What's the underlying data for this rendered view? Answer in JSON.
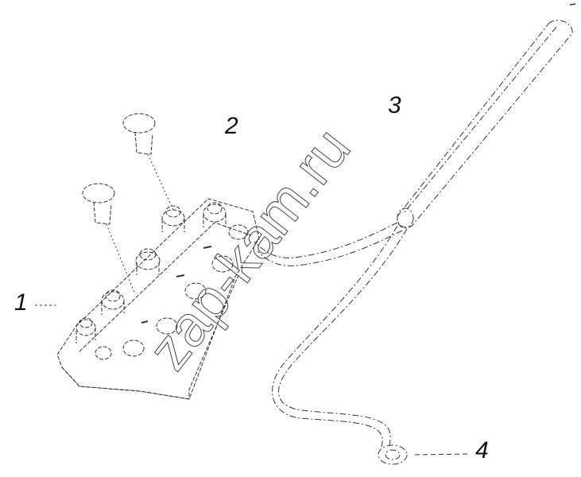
{
  "callouts": {
    "part_1": "1",
    "part_2": "2",
    "part_3": "3",
    "part_4": "4"
  },
  "watermark": {
    "text": "zap-kam.ru"
  },
  "colors": {
    "line": "#333333",
    "text": "#111111",
    "background": "#ffffff",
    "mark": "#2a2aa0"
  }
}
